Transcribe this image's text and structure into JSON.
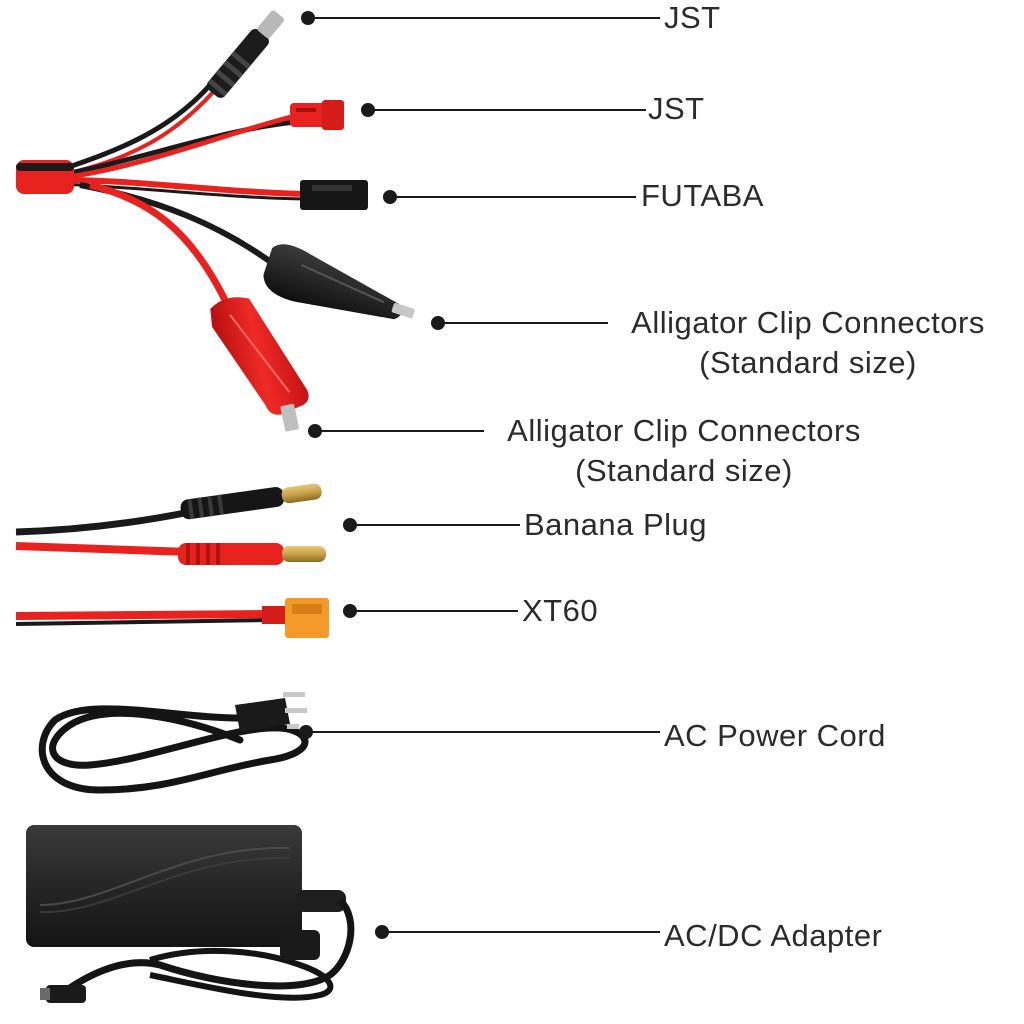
{
  "colors": {
    "wire_red": "#e8231f",
    "wire_black": "#1a1a1a",
    "xt60_orange": "#f39a2b",
    "brass": "#c9a24a",
    "leader_line": "#1a1a1a",
    "text": "#2b2b2b"
  },
  "labels": {
    "jst_1": "JST",
    "jst_2": "JST",
    "futaba": "FUTABA",
    "alligator_black_line1": "Alligator Clip Connectors",
    "alligator_black_line2": "(Standard size)",
    "alligator_red_line1": "Alligator Clip Connectors",
    "alligator_red_line2": "(Standard size)",
    "banana_plug": "Banana Plug",
    "xt60": "XT60",
    "ac_power_cord": "AC Power Cord",
    "ac_dc_adapter": "AC/DC Adapter"
  }
}
